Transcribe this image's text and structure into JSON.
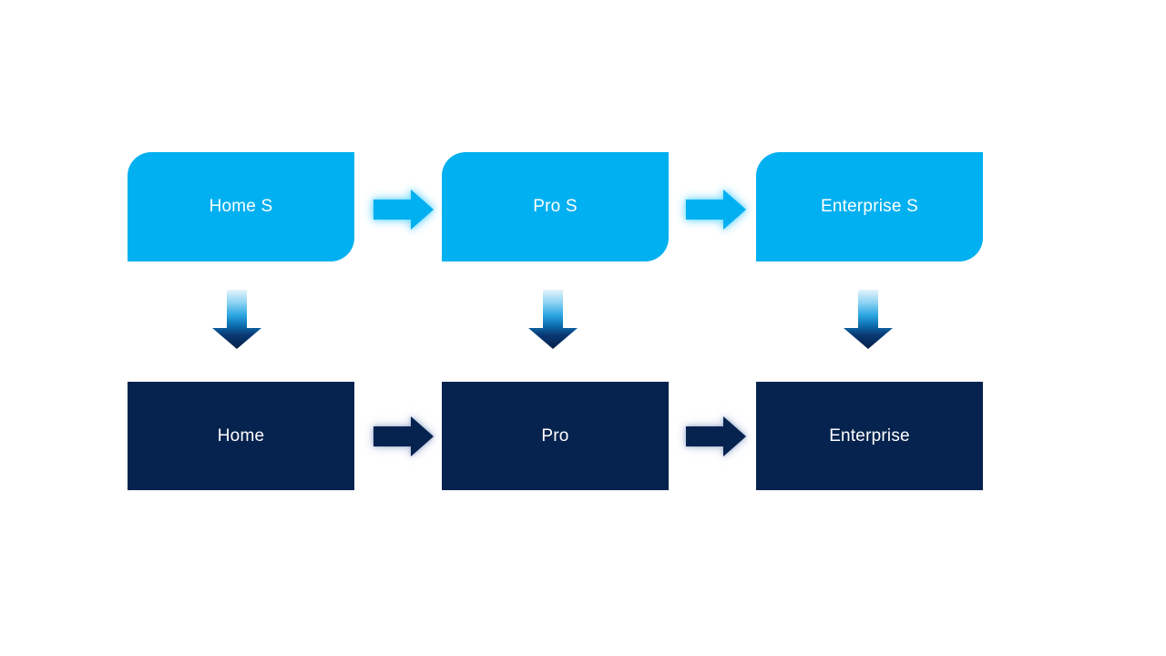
{
  "diagram": {
    "type": "flow-diagram",
    "rows": 2,
    "columns": 3,
    "nodes_top": [
      {
        "label": "Home S"
      },
      {
        "label": "Pro S"
      },
      {
        "label": "Enterprise S"
      }
    ],
    "nodes_bottom": [
      {
        "label": "Home"
      },
      {
        "label": "Pro"
      },
      {
        "label": "Enterprise"
      }
    ],
    "connectors": {
      "top_row_right_arrows": 2,
      "bottom_row_right_arrows": 2,
      "down_arrows": 3
    },
    "colors": {
      "top_fill": "#00B0F0",
      "bottom_fill": "#06234F",
      "text": "#FFFFFF",
      "down_arrow_gradient_top": "#DFF2FC",
      "down_arrow_gradient_bottom": "#051F47"
    }
  }
}
